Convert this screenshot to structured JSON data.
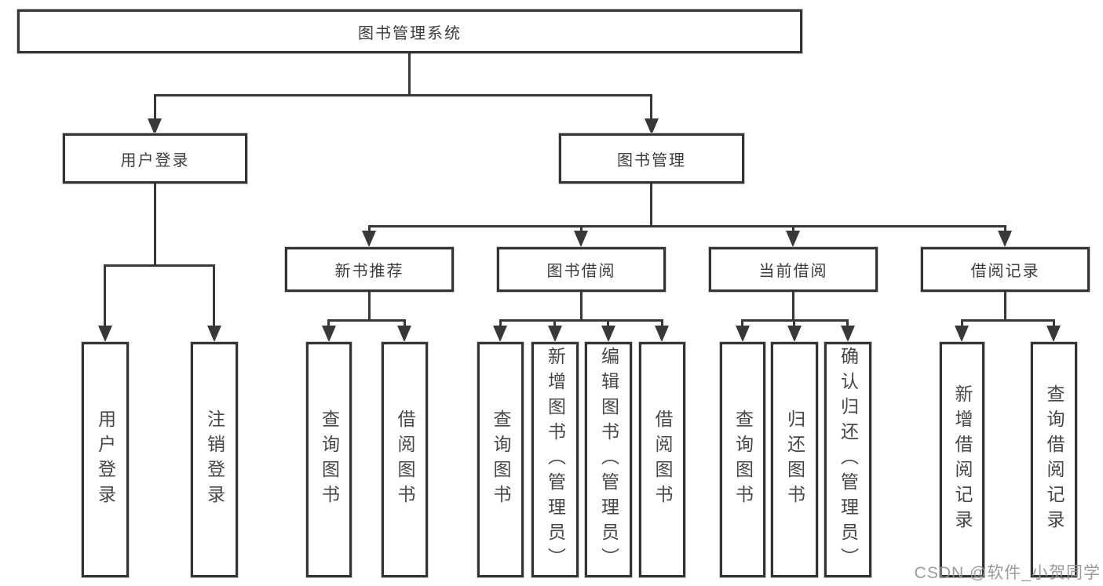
{
  "root": {
    "label": "图书管理系统"
  },
  "branches": {
    "user_login": {
      "label": "用户登录",
      "children": [
        "用户登录",
        "注销登录"
      ]
    },
    "book_mgmt": {
      "label": "图书管理",
      "sections": {
        "new_book": {
          "label": "新书推荐",
          "children": [
            "查询图书",
            "借阅图书"
          ]
        },
        "borrow": {
          "label": "图书借阅",
          "children": [
            "查询图书",
            "新增图书（管理员）",
            "编辑图书（管理员）",
            "借阅图书"
          ]
        },
        "current": {
          "label": "当前借阅",
          "children": [
            "查询图书",
            "归还图书",
            "确认归还（管理员）"
          ]
        },
        "records": {
          "label": "借阅记录",
          "children": [
            "新增借阅记录",
            "查询借阅记录"
          ]
        }
      }
    }
  },
  "watermark": "CSDN @软件_小贺同学",
  "colors": {
    "line": "#383838",
    "border": "#333333",
    "text": "#3d3d3d",
    "watermark": "#969696"
  }
}
